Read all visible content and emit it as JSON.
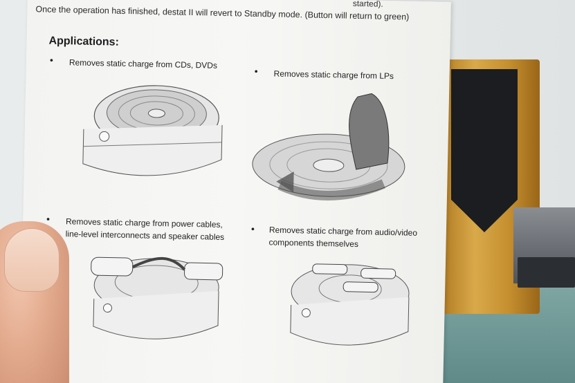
{
  "manual": {
    "top_line": "Once the operation has finished, destat II will revert to Standby mode. (Button will return to green)",
    "top_line_tail": "started).",
    "heading": "Applications:",
    "items": [
      {
        "caption": "Removes static charge from CDs, DVDs"
      },
      {
        "caption": "Removes static charge from LPs"
      },
      {
        "caption_line1": "Removes static charge from power cables,",
        "caption_line2": "line-level interconnects and speaker cables"
      },
      {
        "caption_line1": "Removes static charge from audio/video",
        "caption_line2": "components themselves"
      }
    ]
  }
}
